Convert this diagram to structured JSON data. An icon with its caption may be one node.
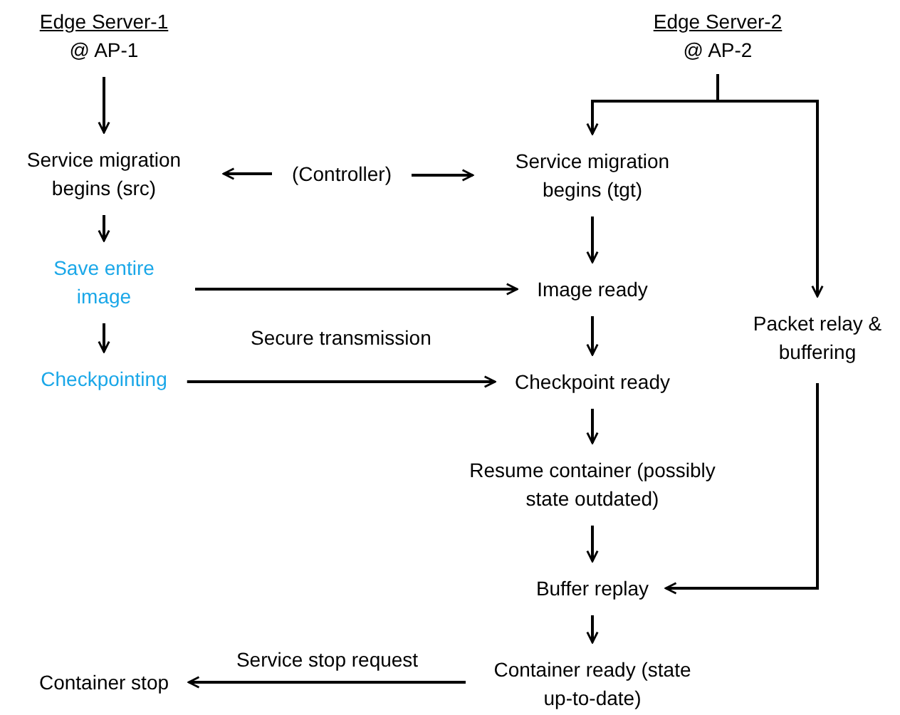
{
  "diagram": {
    "nodes": [
      {
        "text": [
          "Edge Server-1",
          "@ AP-1"
        ]
      },
      {
        "text": [
          "Service migration begins (src)"
        ]
      },
      {
        "text": [
          "(Controller)"
        ]
      },
      {
        "text": [
          "Save entire image"
        ]
      },
      {
        "text": [
          "Checkpointing"
        ]
      },
      {
        "text": [
          "Container stop"
        ]
      },
      {
        "text": [
          "Edge Server-2",
          "@ AP-2"
        ]
      },
      {
        "text": [
          "Service migration begins (tgt)"
        ]
      },
      {
        "text": [
          "Image ready"
        ]
      },
      {
        "text": [
          "Checkpoint ready"
        ]
      },
      {
        "text": [
          "Packet relay & buffering"
        ]
      },
      {
        "text": [
          "Resume container (possibly state outdated)"
        ]
      },
      {
        "text": [
          "Buffer replay"
        ]
      },
      {
        "text": [
          "Container ready (state up-to-date)"
        ]
      }
    ],
    "edges": [
      {
        "from": 0,
        "to": 1,
        "arrow": "to"
      },
      {
        "from": 2,
        "to": 1,
        "arrow": "to"
      },
      {
        "from": 2,
        "to": 7,
        "arrow": "to"
      },
      {
        "from": 1,
        "to": 3,
        "arrow": "to"
      },
      {
        "from": 3,
        "to": 4,
        "arrow": "to"
      },
      {
        "from": 3,
        "to": 8,
        "arrow": "to"
      },
      {
        "from": 4,
        "to": 9,
        "arrow": "to",
        "label": "Secure transmission"
      },
      {
        "from": 6,
        "to": 7,
        "arrow": "to"
      },
      {
        "from": 6,
        "to": 10,
        "arrow": "to"
      },
      {
        "from": 7,
        "to": 8,
        "arrow": "to"
      },
      {
        "from": 8,
        "to": 9,
        "arrow": "to"
      },
      {
        "from": 9,
        "to": 11,
        "arrow": "to"
      },
      {
        "from": 11,
        "to": 12,
        "arrow": "to"
      },
      {
        "from": 10,
        "to": 12,
        "arrow": "to"
      },
      {
        "from": 12,
        "to": 13,
        "arrow": "to"
      },
      {
        "from": 13,
        "to": 5,
        "arrow": "to",
        "label": "Service stop request"
      }
    ]
  }
}
